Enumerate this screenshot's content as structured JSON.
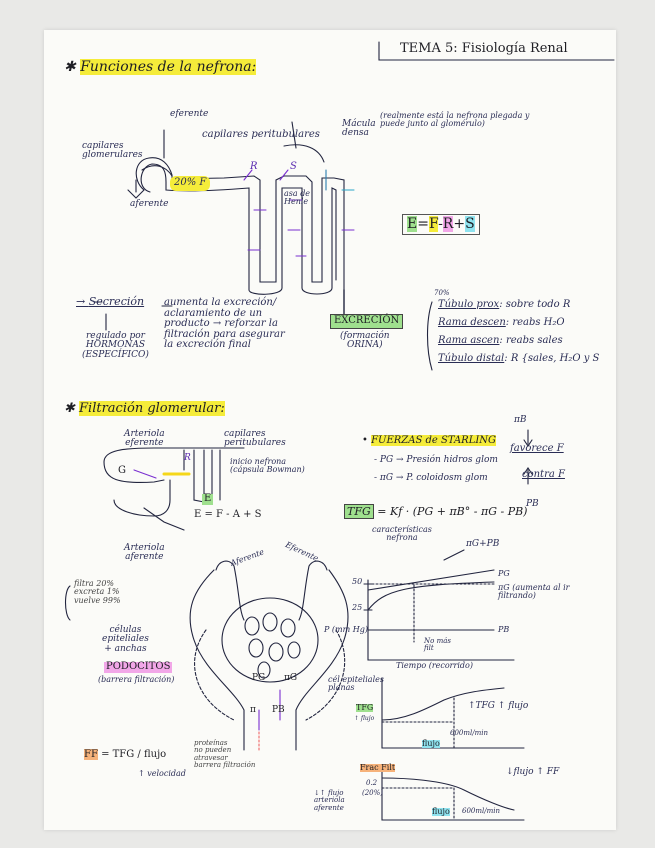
{
  "header": {
    "tema": "TEMA 5: Fisiología Renal"
  },
  "section1": {
    "title": "Funciones de la nefrona:",
    "labels": {
      "eferente": "eferente",
      "capilares_glom": "capilares\nglomerulares",
      "capilares_peri": "capilares peritubulares",
      "aferente": "aferente",
      "f20": "20% F",
      "r": "R",
      "s": "S",
      "r2": "R",
      "asa": "asa de\nHenle",
      "macula": "Mácula\ndensa",
      "macula_note": "(realmente está la nefrona plegada y\npuede junto al glomérulo)"
    },
    "equation": {
      "e": "E",
      "eq": "=",
      "f": "F",
      "minus": "-",
      "r": "R",
      "plus": "+",
      "s": "S"
    },
    "excrecion": "EXCRECIÓN",
    "formacion": "(formación\nORINA)",
    "secrecion": "Secreción",
    "secrecion_text": "aumenta la excreción/\naclaramiento de un\nproducto → reforzar la\nfiltración para asegurar\nla excreción final",
    "regulado": "regulado por\nHORMONAS\n(ESPECÍFICO)",
    "tubules": [
      {
        "name": "Túbulo prox",
        "text": ": sobre todo R",
        "note": "70%"
      },
      {
        "name": "Rama descen",
        "text": ": reabs H₂O"
      },
      {
        "name": "Rama ascen",
        "text": ": reabs sales"
      },
      {
        "name": "Túbulo distal",
        "text": ": R {sales, H₂O y S"
      }
    ]
  },
  "section2": {
    "title": "Filtración glomerular:",
    "arteriola_eferente": "Arteriola\neferente",
    "capilares_peri": "capilares\nperitubulares",
    "inicio": "inicio nefrona\n(cápsula Bowman)",
    "e_label": "E",
    "eq2": "E = F - A + S",
    "g": "G",
    "r": "R",
    "arteriola_aferente": "Arteriola\naferente",
    "filtra": "filtra 20%\nexcreta 1%\nvuelve 99%",
    "aferente2": "Aferente",
    "eferente2": "Eferente",
    "celulas": "células\nepiteliales\n+ anchas",
    "podocitos": "PODOCITOS",
    "barrera": "(barrera filtración)",
    "pg": "PG",
    "pig": "πG",
    "pip": "π",
    "pb": "PB",
    "cel_planas": "cél epiteliales\nplanas",
    "proteinas": "proteínas\nno pueden\natravesar\nbarrera filtración",
    "ff_label": "FF",
    "ff_eq": "= TFG / flujo",
    "velocidad": "↑ velocidad",
    "fuerzas": "FUERZAS de STARLING",
    "pb_label": "πB",
    "favorece": "favorece F",
    "contra": "contra F",
    "pb_bottom": "PB",
    "force1": "- PG → Presión hidros glom",
    "force2": "- πG → P. coloidosm glom",
    "tfg": "TFG",
    "tfg_eq": "= Kf · (PG + πB° - πG - PB)",
    "caract": "características\nnefrona"
  },
  "chart1": {
    "ylabel": "P (mm Hg)",
    "xlabel": "Tiempo (recorrido)",
    "ticks_y": [
      "50",
      "25"
    ],
    "series": {
      "pig_pb": "πG+PB",
      "pg": "PG",
      "pig": "πG (aumenta al ir\nfiltrando)",
      "pb": "PB"
    },
    "annotation": "No más\nfilt"
  },
  "chart2": {
    "ylabel": "TFG",
    "ylabel2": "↑ flujo",
    "annotation": "↑TFG ↑ flujo",
    "xlabel": "flujo",
    "xlabel2": "600ml/min"
  },
  "chart3": {
    "ylabel": "Frac Filt",
    "ticks_y": [
      "0.2",
      "(20%)"
    ],
    "annotation": "↓flujo ↑ FF",
    "xlabel": "flujo",
    "xlabel2": "600ml/min",
    "left_note": "↓↑ flujo\narteriola\naferente"
  }
}
